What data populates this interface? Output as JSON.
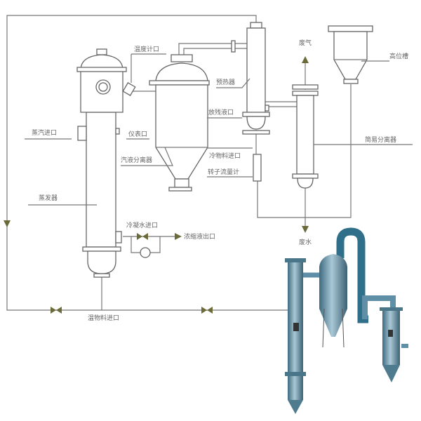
{
  "labels": {
    "thermometer_port": "温度计口",
    "high_tank": "高位槽",
    "exhaust_gas": "废气",
    "preheater": "预热器",
    "residue_outlet": "放残液口",
    "simple_separator": "简易分离器",
    "instrument_port": "仪表口",
    "steam_inlet": "蒸汽进口",
    "gas_liquid_separator": "汽液分离器",
    "cold_feed_inlet": "冷物料进口",
    "rotameter": "转子流量计",
    "evaporator": "蒸发器",
    "condensate_inlet": "冷凝水进口",
    "concentrate_outlet": "浓缩液出口",
    "waste_water": "废水",
    "warm_feed_inlet": "温物料进口"
  },
  "colors": {
    "line": "#777777",
    "arrow": "#6b6b3a",
    "equipment_photo": "#5f8fa6"
  }
}
